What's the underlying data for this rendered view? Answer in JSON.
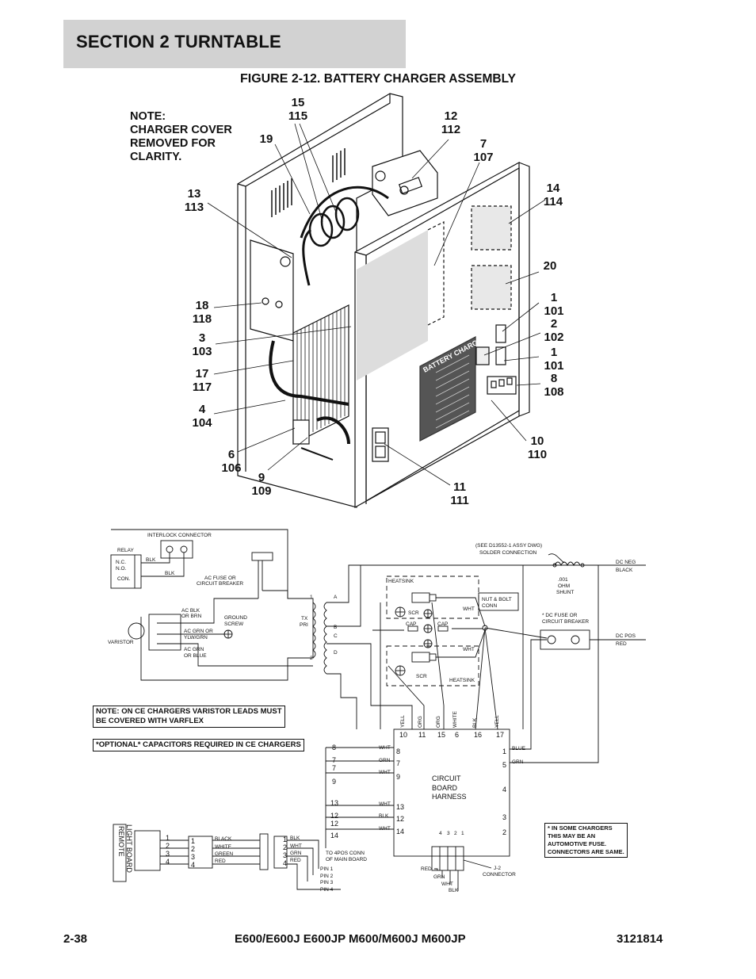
{
  "header": {
    "section": "SECTION 2   TURNTABLE"
  },
  "figure": {
    "number": "FIGURE 2-12.",
    "title": "BATTERY CHARGER ASSEMBLY"
  },
  "note": "NOTE:\nCHARGER COVER\nREMOVED FOR\nCLARITY.",
  "callouts": [
    {
      "id": "c15",
      "text": "15\n115"
    },
    {
      "id": "c12",
      "text": "12\n112"
    },
    {
      "id": "c19",
      "text": "19"
    },
    {
      "id": "c7",
      "text": "7\n107"
    },
    {
      "id": "c13",
      "text": "13\n113"
    },
    {
      "id": "c14",
      "text": "14\n114"
    },
    {
      "id": "c20",
      "text": "20"
    },
    {
      "id": "c18",
      "text": "18\n118"
    },
    {
      "id": "c1a",
      "text": "1\n101"
    },
    {
      "id": "c2",
      "text": "2\n102"
    },
    {
      "id": "c3",
      "text": "3\n103"
    },
    {
      "id": "c1b",
      "text": "1\n101"
    },
    {
      "id": "c17",
      "text": "17\n117"
    },
    {
      "id": "c8",
      "text": "8\n108"
    },
    {
      "id": "c4",
      "text": "4\n104"
    },
    {
      "id": "c10",
      "text": "10\n110"
    },
    {
      "id": "c6",
      "text": "6\n106"
    },
    {
      "id": "c9",
      "text": "9\n109"
    },
    {
      "id": "c11",
      "text": "11\n111"
    }
  ],
  "panel_label": "BATTERY CHARGER",
  "schematic": {
    "interlock_connector": "INTERLOCK CONNECTOR",
    "relay": "RELAY",
    "nc": "N.C.",
    "no": "N.O.",
    "con": "CON.",
    "blk": "BLK",
    "ac_fuse": "AC FUSE OR",
    "circuit_breaker": "CIRCUIT BREAKER",
    "ac_blk": "AC BLK",
    "or_brn": "OR BRN",
    "ground": "GROUND",
    "screw": "SCREW",
    "ac_grn_or": "AC GRN OR",
    "ylw_grn": "YLW/GRN",
    "ac_grn": "AC GRN",
    "or_blue": "OR BLUE",
    "varistor": "VARISTOR",
    "tx": "TX",
    "pri": "PRI",
    "one": "1",
    "two": "2",
    "a": "A",
    "b": "B",
    "c": "C",
    "d": "D",
    "heatsink": "HEATSINK",
    "scr": "SCR",
    "cap": "CAP",
    "wht": "WHT",
    "nut_bolt": "NUT & BOLT",
    "conn": "CONN",
    "see_dwg": "(SEE D13552-1 ASSY DWG)",
    "solder": "SOLDER CONNECTION",
    "dc_neg": "DC NEG",
    "black": "BLACK",
    "shunt1": ".001",
    "shunt2": "OHM",
    "shunt3": "SHUNT",
    "dc_fuse": "* DC FUSE OR",
    "dc_cb": "CIRCUIT BREAKER",
    "dc_pos": "DC POS",
    "red": "RED",
    "note_varistor": "NOTE: ON CE CHARGERS VARISTOR LEADS MUST\nBE COVERED WITH VARFLEX",
    "note_caps": "*OPTIONAL* CAPACITORS REQUIRED IN CE CHARGERS",
    "note_fuse": "* IN SOME CHARGERS\nTHIS MAY BE AN\nAUTOMOTIVE FUSE.\nCONNECTORS ARE SAME.",
    "wire_top": [
      "YELL",
      "ORG",
      "ORG",
      "WHITE",
      "BLK",
      "YELL"
    ],
    "pins_top": [
      "10",
      "11",
      "15",
      "6",
      "16",
      "17"
    ],
    "circuit_board": "CIRCUIT\nBOARD\nHARNESS",
    "left_pins": [
      {
        "outer": "8",
        "inner": "8",
        "wire": "WHT"
      },
      {
        "outer": "7",
        "inner": "7",
        "wire": "GRN"
      },
      {
        "outer": "7",
        "inner": "9",
        "wire": "WHT"
      },
      {
        "outer": "9",
        "inner": "",
        "wire": ""
      },
      {
        "outer": "13",
        "inner": "13",
        "wire": "WHT"
      },
      {
        "outer": "12",
        "inner": "12",
        "wire": "BLK"
      },
      {
        "outer": "12",
        "inner": "14",
        "wire": "WHT"
      },
      {
        "outer": "14",
        "inner": "",
        "wire": ""
      }
    ],
    "right_pins": [
      {
        "num": "1",
        "wire": "BLUE"
      },
      {
        "num": "5",
        "wire": "GRN"
      },
      {
        "num": "4",
        "wire": ""
      },
      {
        "num": "3",
        "wire": ""
      },
      {
        "num": "2",
        "wire": ""
      }
    ],
    "bottom_pins": [
      "4",
      "3",
      "2",
      "1"
    ],
    "j2": "J-2",
    "connector": "CONNECTOR",
    "j2_wires": [
      "RED",
      "GRN",
      "WHT",
      "BLK"
    ],
    "remote_label": "REMOTE\nLIGHT BOARD",
    "remote_nums": [
      "1",
      "2",
      "3",
      "4"
    ],
    "harness_wires": [
      "BLACK",
      "WHITE",
      "GREEN",
      "RED"
    ],
    "harness_right": [
      "BLK",
      "WHT",
      "GRN",
      "RED"
    ],
    "four_pos": "TO 4POS CONN",
    "of_main": "OF MAIN BOARD",
    "pins": [
      "PIN 1",
      "PIN 2",
      "PIN 3",
      "PIN 4"
    ]
  },
  "footer": {
    "page": "2-38",
    "models": "E600/E600J E600JP M600/M600J M600JP",
    "doc": "3121814"
  }
}
